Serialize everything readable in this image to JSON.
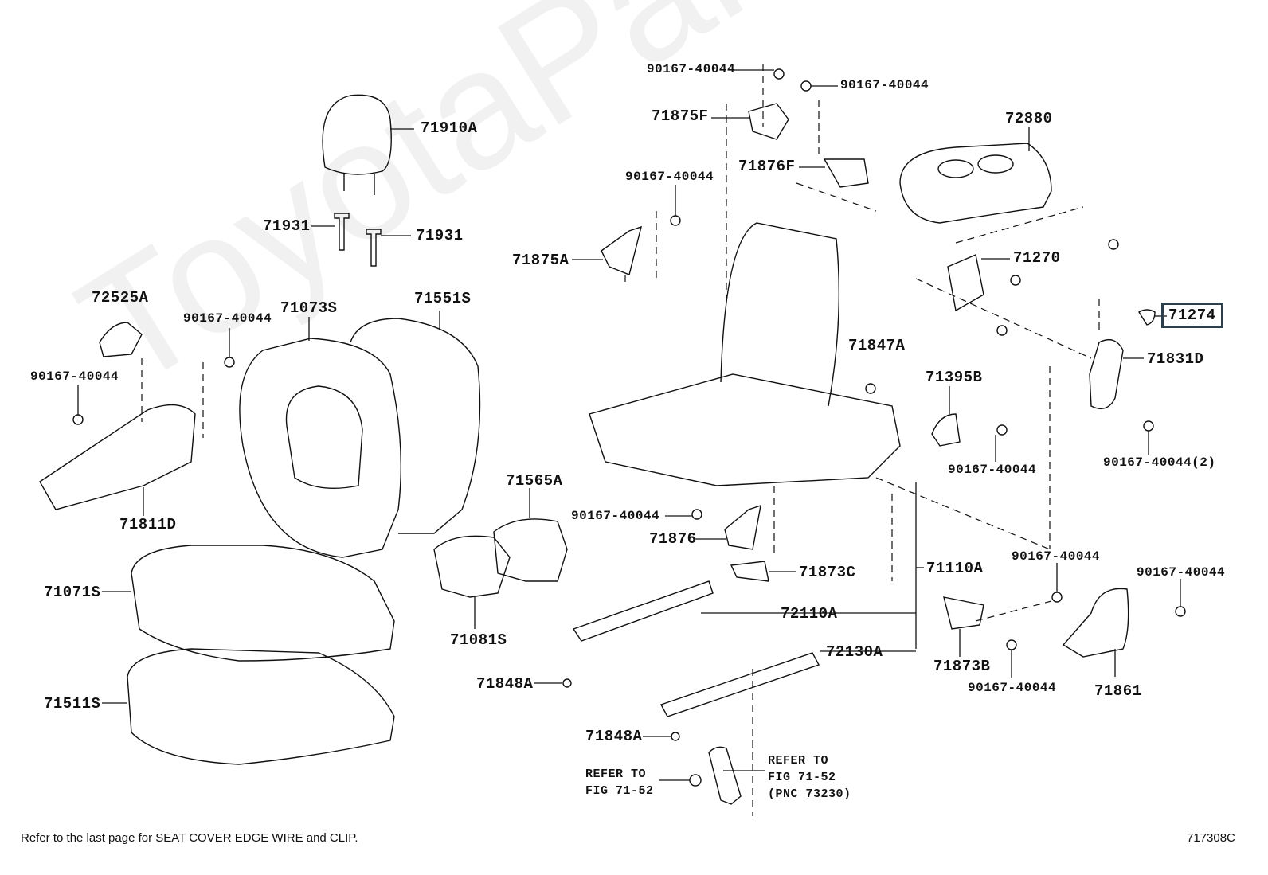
{
  "watermark": "ToyotaParts.ru",
  "labels": {
    "l71910A": "71910A",
    "l71931a": "71931",
    "l71931b": "71931",
    "l72525A": "72525A",
    "l90167a": "90167-40044",
    "l90167b": "90167-40044",
    "l71073S": "71073S",
    "l71551S": "71551S",
    "l71811D": "71811D",
    "l71565A": "71565A",
    "l71071S": "71071S",
    "l71081S": "71081S",
    "l71511S": "71511S",
    "l90167top1": "90167-40044",
    "l90167top2": "90167-40044",
    "l71875F": "71875F",
    "l71876F": "71876F",
    "l90167c": "90167-40044",
    "l71875A": "71875A",
    "l72880": "72880",
    "l71270": "71270",
    "l71274": "71274",
    "l71847A": "71847A",
    "l71831D": "71831D",
    "l71395B": "71395B",
    "l90167d": "90167-40044",
    "l90167e": "90167-40044(2)",
    "l90167f": "90167-40044",
    "l71876": "71876",
    "l71873C": "71873C",
    "l71110A": "71110A",
    "l72110A": "72110A",
    "l90167g": "90167-40044",
    "l90167h": "90167-40044",
    "l71873B": "71873B",
    "l90167i": "90167-40044",
    "l71861": "71861",
    "l72130A": "72130A",
    "l71848Aa": "71848A",
    "l71848Ab": "71848A",
    "ref1": "REFER TO\nFIG 71-52",
    "ref2": "REFER TO\nFIG 71-52\n(PNC 73230)"
  },
  "footer": {
    "note": "Refer to the last page for SEAT COVER EDGE WIRE and CLIP.",
    "figure_code": "717308C"
  }
}
